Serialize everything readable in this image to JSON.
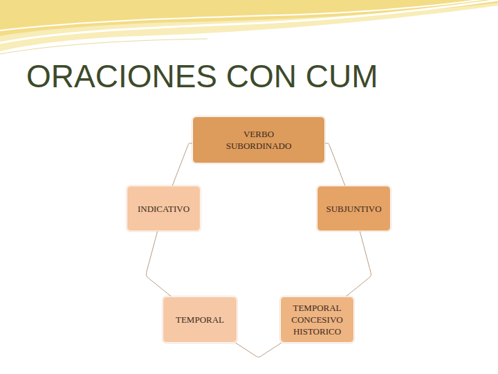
{
  "diagram": {
    "title": "ORACIONES CON CUM",
    "nodes": [
      {
        "text": [
          "VERBO SUBORDINADO"
        ]
      },
      {
        "text": [
          "INDICATIVO"
        ]
      },
      {
        "text": [
          "SUBJUNTIVO"
        ]
      },
      {
        "text": [
          "TEMPORAL"
        ]
      },
      {
        "text": [
          "TEMPORAL CONCESIVO HISTORICO"
        ]
      }
    ],
    "edges": [
      {
        "from": 0,
        "to": 2,
        "arrow": "none"
      },
      {
        "from": 2,
        "to": 4,
        "arrow": "none"
      },
      {
        "from": 4,
        "to": 3,
        "arrow": "none"
      },
      {
        "from": 3,
        "to": 1,
        "arrow": "none"
      },
      {
        "from": 1,
        "to": 0,
        "arrow": "none"
      }
    ]
  }
}
